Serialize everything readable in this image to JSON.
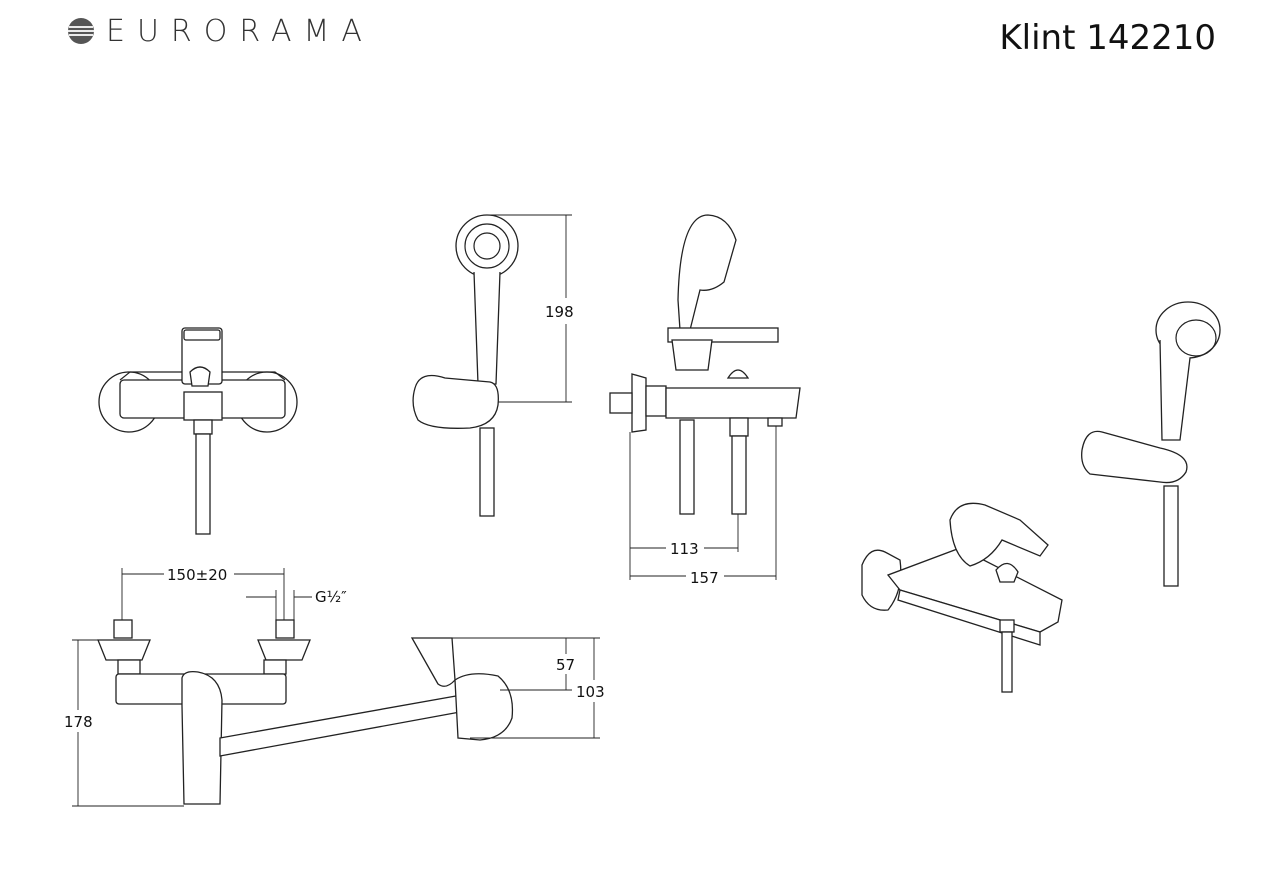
{
  "header": {
    "brand": "EURORAMA",
    "model": "Klint 142210",
    "logo_icon": "globe-icon"
  },
  "dimensions": {
    "hand_shower_length": "198",
    "spout_to_outlet": "113",
    "spout_total": "157",
    "centers": "150±20",
    "connection": "G½″",
    "height_total": "178",
    "holder_offset": "57",
    "holder_total": "103"
  }
}
